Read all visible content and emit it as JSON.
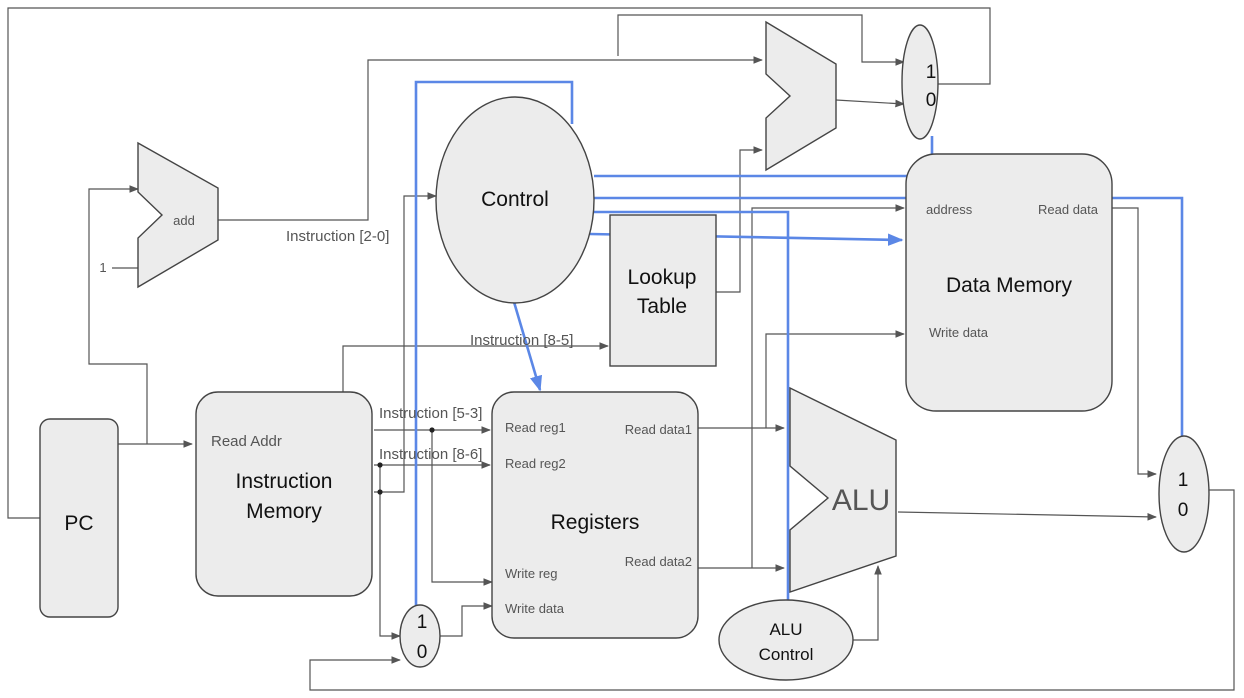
{
  "blocks": {
    "pc": "PC",
    "instruction_memory": {
      "line1": "Instruction",
      "line2": "Memory",
      "port_read_addr": "Read Addr"
    },
    "control": "Control",
    "lookup_table": {
      "line1": "Lookup",
      "line2": "Table"
    },
    "registers": {
      "title": "Registers",
      "read_reg1": "Read reg1",
      "read_reg2": "Read reg2",
      "write_reg": "Write reg",
      "write_data": "Write data",
      "read_data1": "Read data1",
      "read_data2": "Read data2"
    },
    "data_memory": {
      "title": "Data Memory",
      "address": "address",
      "read_data": "Read data",
      "write_data": "Write data"
    },
    "alu": "ALU",
    "alu_control": {
      "line1": "ALU",
      "line2": "Control"
    },
    "adder": {
      "label": "add",
      "const_input": "1"
    }
  },
  "wire_labels": {
    "instr_2_0": "Instruction [2-0]",
    "instr_8_5": "Instruction [8-5]",
    "instr_5_3": "Instruction [5-3]",
    "instr_8_6": "Instruction [8-6]"
  },
  "muxes": {
    "top": {
      "in1": "1",
      "in0": "0"
    },
    "data": {
      "in1": "1",
      "in0": "0"
    },
    "write_reg": {
      "in1": "1",
      "in0": "0"
    }
  },
  "colors": {
    "control_signal": "#5b87e6",
    "block_fill": "#ececec",
    "wire": "#555555"
  }
}
